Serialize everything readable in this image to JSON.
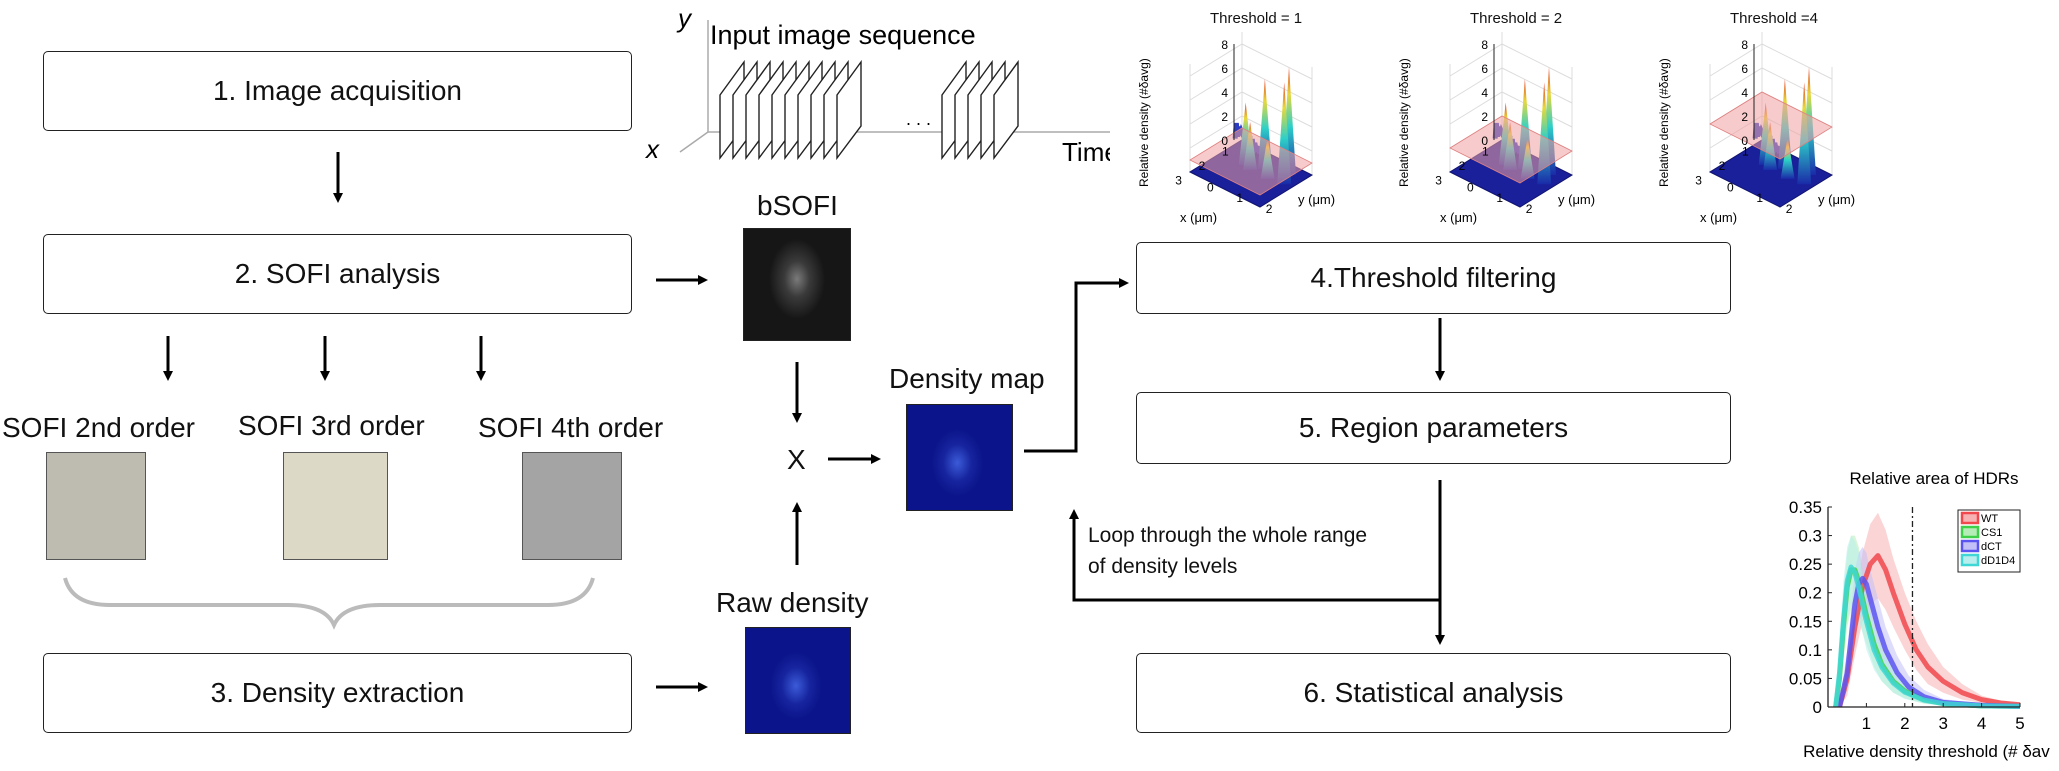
{
  "steps": {
    "s1": "1. Image acquisition",
    "s2": "2. SOFI analysis",
    "s3": "3. Density extraction",
    "s4": "4.Threshold filtering",
    "s5": "5. Region parameters",
    "s6": "6. Statistical analysis"
  },
  "sofi_orders": [
    {
      "label": "SOFI 2nd order",
      "color": "#bebcb0"
    },
    {
      "label": "SOFI 3rd order",
      "color": "#dcd9c6"
    },
    {
      "label": "SOFI 4th order",
      "color": "#a4a4a4"
    }
  ],
  "images": {
    "bsofi": "bSOFI",
    "density_map": "Density map",
    "raw_density": "Raw density",
    "multiply": "X"
  },
  "sequence": {
    "title": "Input image sequence",
    "axis_y": "y",
    "axis_x": "x",
    "axis_time": "Time",
    "ellipsis": ". . ."
  },
  "loop_text": {
    "line1": "Loop through the whole range",
    "line2": "of density levels"
  },
  "surfaces": {
    "titles": [
      "Threshold = 1",
      "Threshold = 2",
      "Threshold =4"
    ],
    "ylabel": "Relative density (#δavg)",
    "zticks": [
      "0",
      "2",
      "4",
      "6",
      "8"
    ],
    "xticks": [
      "3",
      "2",
      "1"
    ],
    "yticks": [
      "0",
      "1",
      "2"
    ],
    "xlabel": "x (μm)",
    "ylabel2": "y (μm)",
    "plane_levels": [
      1,
      2,
      4
    ]
  },
  "chart_data": {
    "type": "line",
    "title": "Relative area of HDRs",
    "xlabel": "Relative density threshold (# δavg)",
    "ylabel": "",
    "xlim": [
      0,
      5
    ],
    "ylim": [
      0,
      0.35
    ],
    "xticks": [
      "1",
      "2",
      "3",
      "4",
      "5"
    ],
    "yticks": [
      "0",
      "0.05",
      "0.1",
      "0.15",
      "0.2",
      "0.25",
      "0.3",
      "0.35"
    ],
    "threshold_line": 2.2,
    "legend": "top-right",
    "series": [
      {
        "name": "WT",
        "color": "#f0484c",
        "band": "#f7b2b4",
        "x": [
          0.3,
          0.5,
          0.7,
          0.9,
          1.1,
          1.3,
          1.5,
          1.7,
          2.0,
          2.3,
          2.6,
          3.0,
          3.5,
          4.0,
          4.5,
          5.0
        ],
        "y": [
          0.0,
          0.05,
          0.14,
          0.21,
          0.25,
          0.265,
          0.24,
          0.2,
          0.145,
          0.1,
          0.07,
          0.045,
          0.025,
          0.013,
          0.007,
          0.004
        ],
        "band_hi": [
          0.01,
          0.08,
          0.19,
          0.27,
          0.32,
          0.34,
          0.31,
          0.26,
          0.2,
          0.15,
          0.11,
          0.07,
          0.04,
          0.02,
          0.011,
          0.006
        ],
        "band_lo": [
          0.0,
          0.02,
          0.09,
          0.15,
          0.18,
          0.19,
          0.17,
          0.14,
          0.1,
          0.065,
          0.04,
          0.025,
          0.013,
          0.007,
          0.003,
          0.002
        ]
      },
      {
        "name": "CS1",
        "color": "#3fd04a",
        "band": "#b6ecb8",
        "x": [
          0.2,
          0.3,
          0.4,
          0.5,
          0.6,
          0.7,
          0.8,
          0.9,
          1.0,
          1.2,
          1.4,
          1.7,
          2.0,
          2.5,
          3.0,
          4.0,
          5.0
        ],
        "y": [
          0.0,
          0.05,
          0.14,
          0.21,
          0.24,
          0.24,
          0.22,
          0.19,
          0.16,
          0.11,
          0.075,
          0.045,
          0.028,
          0.013,
          0.006,
          0.002,
          0.001
        ],
        "band_hi": [
          0.01,
          0.09,
          0.2,
          0.27,
          0.3,
          0.3,
          0.28,
          0.24,
          0.2,
          0.15,
          0.11,
          0.07,
          0.045,
          0.022,
          0.01,
          0.004,
          0.002
        ],
        "band_lo": [
          0.0,
          0.02,
          0.08,
          0.14,
          0.17,
          0.17,
          0.16,
          0.13,
          0.11,
          0.07,
          0.045,
          0.025,
          0.015,
          0.006,
          0.003,
          0.001,
          0.0
        ]
      },
      {
        "name": "dCT",
        "color": "#5a55f0",
        "band": "#c2c0f7",
        "x": [
          0.3,
          0.5,
          0.6,
          0.7,
          0.8,
          0.9,
          1.0,
          1.1,
          1.3,
          1.5,
          1.8,
          2.1,
          2.5,
          3.0,
          4.0,
          5.0
        ],
        "y": [
          0.0,
          0.06,
          0.12,
          0.18,
          0.215,
          0.225,
          0.215,
          0.19,
          0.14,
          0.1,
          0.06,
          0.035,
          0.018,
          0.008,
          0.003,
          0.001
        ],
        "band_hi": [
          0.01,
          0.1,
          0.17,
          0.24,
          0.27,
          0.28,
          0.27,
          0.24,
          0.19,
          0.14,
          0.09,
          0.055,
          0.03,
          0.014,
          0.005,
          0.002
        ],
        "band_lo": [
          0.0,
          0.03,
          0.08,
          0.12,
          0.15,
          0.16,
          0.155,
          0.14,
          0.1,
          0.07,
          0.04,
          0.022,
          0.011,
          0.004,
          0.001,
          0.0
        ]
      },
      {
        "name": "dD1D4",
        "color": "#3fd6d6",
        "band": "#b8eeee",
        "x": [
          0.2,
          0.3,
          0.4,
          0.5,
          0.6,
          0.7,
          0.8,
          0.9,
          1.0,
          1.2,
          1.4,
          1.7,
          2.0,
          2.5,
          3.0,
          4.0,
          5.0
        ],
        "y": [
          0.0,
          0.06,
          0.15,
          0.22,
          0.245,
          0.235,
          0.21,
          0.18,
          0.15,
          0.1,
          0.07,
          0.042,
          0.026,
          0.012,
          0.006,
          0.002,
          0.001
        ],
        "band_hi": [
          0.01,
          0.1,
          0.22,
          0.28,
          0.3,
          0.29,
          0.27,
          0.23,
          0.19,
          0.14,
          0.1,
          0.065,
          0.04,
          0.02,
          0.009,
          0.003,
          0.001
        ],
        "band_lo": [
          0.0,
          0.03,
          0.09,
          0.15,
          0.18,
          0.17,
          0.15,
          0.13,
          0.1,
          0.065,
          0.045,
          0.025,
          0.014,
          0.006,
          0.002,
          0.001,
          0.0
        ]
      }
    ]
  }
}
